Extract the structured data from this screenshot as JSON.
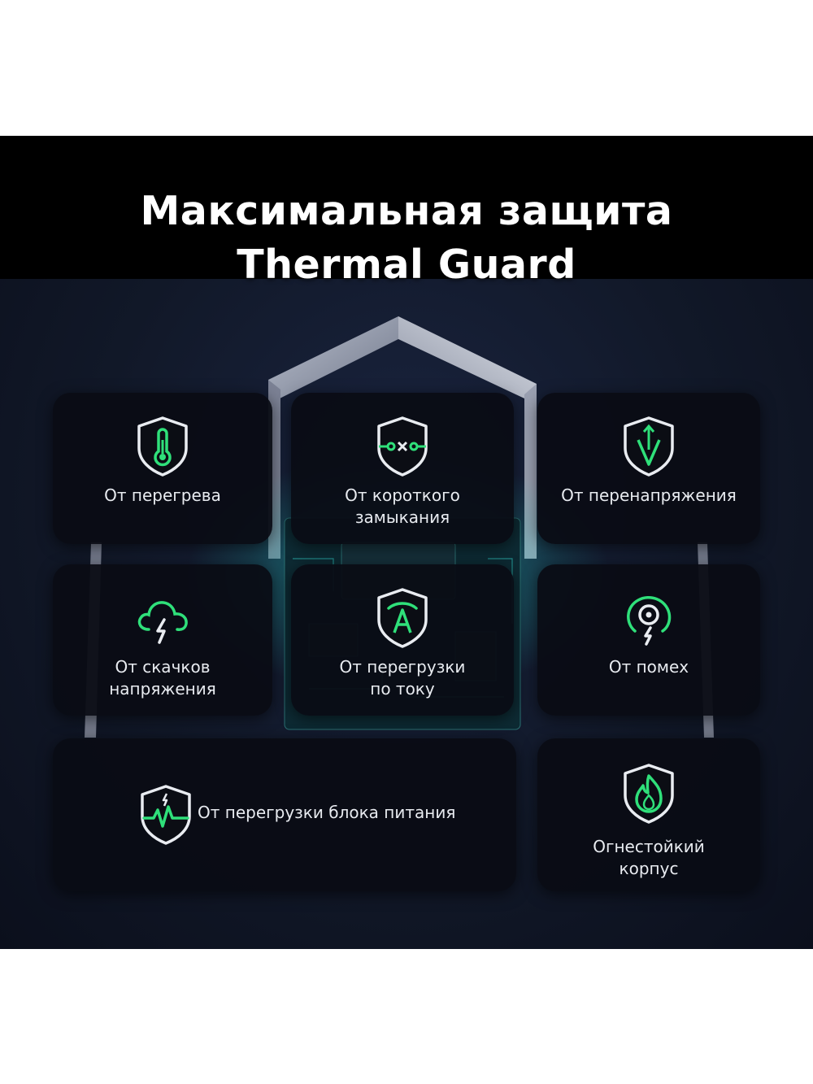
{
  "title": {
    "line1": "Максимальная защита",
    "line2": "Thermal Guard"
  },
  "accent_color": "#2fe07a",
  "features": [
    {
      "label_lines": [
        "От перегрева"
      ],
      "icon": "thermometer-shield-icon"
    },
    {
      "label_lines": [
        "От короткого",
        "замыкания"
      ],
      "icon": "short-circuit-shield-icon"
    },
    {
      "label_lines": [
        "От перенапряжения"
      ],
      "icon": "overvoltage-shield-icon"
    },
    {
      "label_lines": [
        "От скачков",
        "напряжения"
      ],
      "icon": "cloud-lightning-icon"
    },
    {
      "label_lines": [
        "От перегрузки",
        "по току"
      ],
      "icon": "ampere-shield-icon"
    },
    {
      "label_lines": [
        "От помех"
      ],
      "icon": "interference-icon"
    },
    {
      "label_lines": [
        "От перегрузки блока питания"
      ],
      "icon": "pulse-shield-icon"
    },
    {
      "label_lines": [
        "Огнестойкий",
        "корпус"
      ],
      "icon": "flame-shield-icon"
    }
  ]
}
